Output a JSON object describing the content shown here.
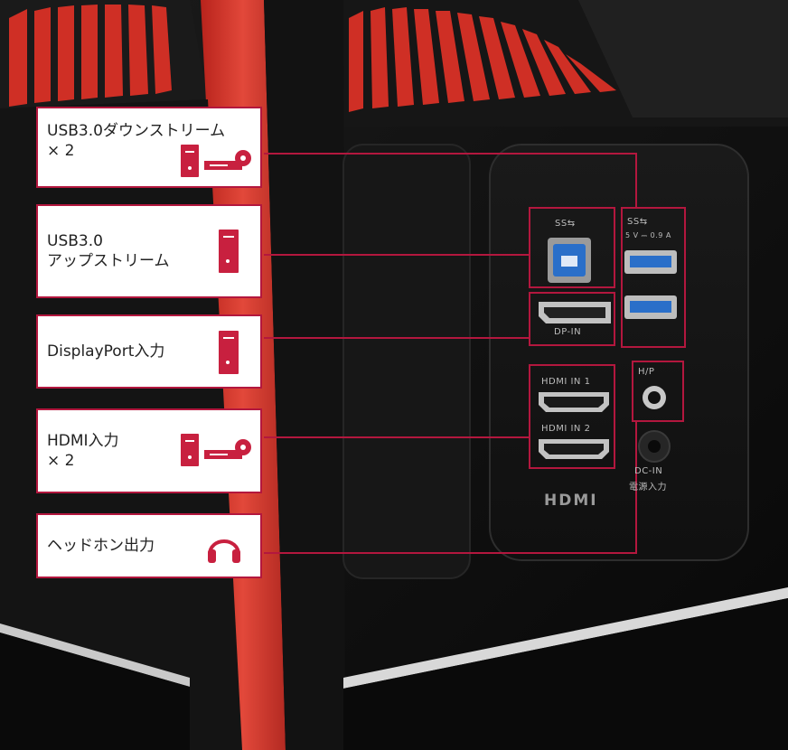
{
  "callouts": [
    {
      "label": "USB3.0ダウンストリーム\n× 2",
      "icons": [
        "pc-icon",
        "disc-player-icon"
      ]
    },
    {
      "label": "USB3.0\nアップストリーム",
      "icons": [
        "pc-icon"
      ]
    },
    {
      "label": "DisplayPort入力",
      "icons": [
        "pc-icon"
      ]
    },
    {
      "label": "HDMI入力\n× 2",
      "icons": [
        "pc-icon",
        "disc-player-icon"
      ]
    },
    {
      "label": "ヘッドホン出力",
      "icons": [
        "headphones-icon"
      ]
    }
  ],
  "ports": {
    "ss_usb_b": "SS⇆",
    "ss_usb_a": "SS⇆",
    "usb_a_rating": "5 V ⎓ 0.9 A",
    "dp_in": "DP-IN",
    "hdmi_in_1": "HDMI IN 1",
    "hdmi_in_2": "HDMI IN 2",
    "hp": "H/P",
    "dc_in": "DC-IN",
    "dc_in_jp": "電源入力",
    "hdmi_logo": "HDMI"
  },
  "colors": {
    "accent": "#b3173e",
    "icon_red": "#c8203f",
    "red_panel": "#d63a2c"
  }
}
